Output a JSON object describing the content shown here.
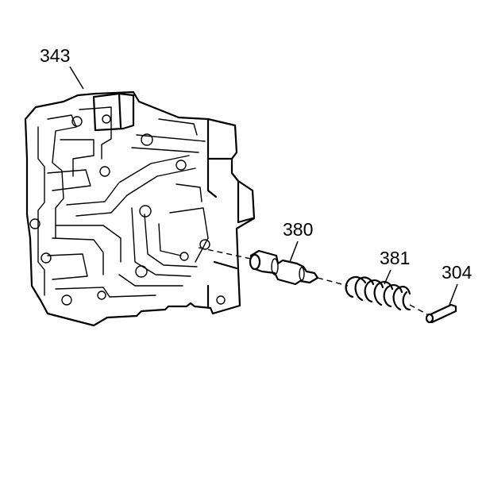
{
  "callouts": {
    "valve_body": "343",
    "valve": "380",
    "spring": "381",
    "pin": "304"
  }
}
